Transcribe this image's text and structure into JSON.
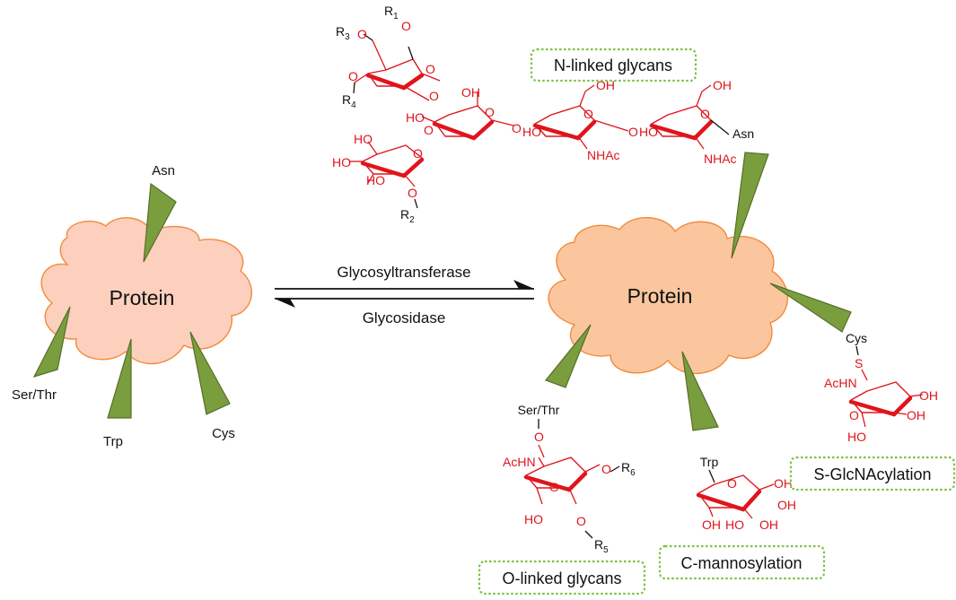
{
  "left_protein": {
    "label": "Protein",
    "residues": {
      "asn": "Asn",
      "ser_thr": "Ser/Thr",
      "trp": "Trp",
      "cys": "Cys"
    }
  },
  "right_protein": {
    "label": "Protein",
    "residues": {
      "asn": "Asn",
      "ser_thr": "Ser/Thr",
      "trp": "Trp",
      "cys": "Cys"
    }
  },
  "arrows": {
    "forward": "Glycosyltransferase",
    "reverse": "Glycosidase"
  },
  "boxes": {
    "n_linked": "N-linked glycans",
    "o_linked": "O-linked glycans",
    "c_mannosylation": "C-mannosylation",
    "s_glcnacylation": "S-GlcNAcylation"
  },
  "chem": {
    "oh": "OH",
    "ho": "HO",
    "o": "O",
    "s": "S",
    "nhac": "NHAc",
    "achn": "AcHN",
    "r": "R",
    "r1": "1",
    "r2": "2",
    "r3": "3",
    "r4": "4",
    "r5": "5",
    "r6": "6"
  },
  "colors": {
    "cloud_left": "#fcd0bd",
    "cloud_right": "#fbc69d",
    "cloud_stroke": "#f28a3c",
    "cone": "#7a9e3e",
    "sugar": "#e0141c",
    "box_border": "#7cc242"
  }
}
